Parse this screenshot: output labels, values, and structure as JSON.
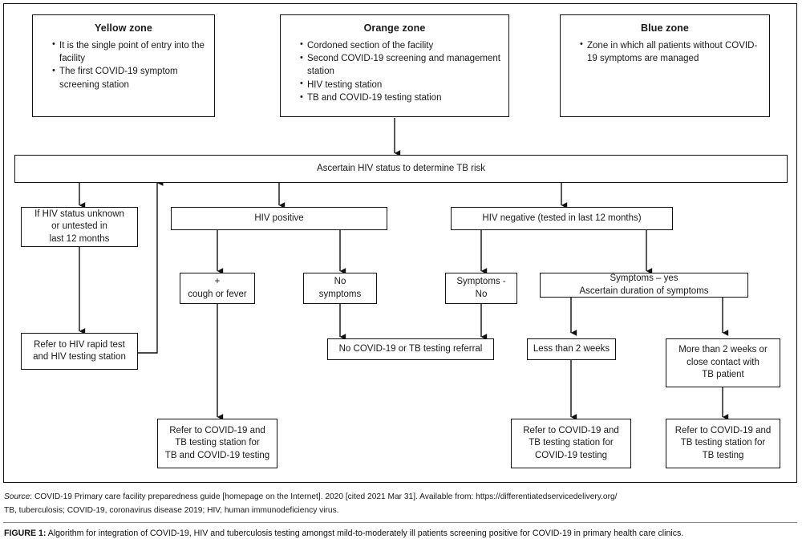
{
  "figure": {
    "zones": [
      {
        "id": "yellow-zone",
        "title": "Yellow zone",
        "items": [
          "It is the single point of entry into the facility",
          "The first COVID-19 symptom screening station"
        ]
      },
      {
        "id": "orange-zone",
        "title": "Orange zone",
        "items": [
          "Cordoned section of the facility",
          "Second COVID-19 screening and management station",
          "HIV testing station",
          "TB and COVID-19 testing station"
        ]
      },
      {
        "id": "blue-zone",
        "title": "Blue zone",
        "items": [
          "Zone in which all patients without COVID-19 symptoms are managed"
        ]
      }
    ],
    "nodes": {
      "ascertain_bar": "Ascertain HIV status to determine TB risk",
      "hiv_unknown": [
        "If HIV status unknown",
        "or untested in",
        "last 12 months"
      ],
      "refer_rapid_test": [
        "Refer to HIV rapid test",
        "and HIV testing station"
      ],
      "hiv_positive": "HIV positive",
      "cough_or_fever": [
        "+",
        "cough or fever"
      ],
      "no_symptoms": [
        "No",
        "symptoms"
      ],
      "hiv_negative": "HIV negative (tested in last 12 months)",
      "symptoms_no": [
        "Symptoms -",
        "No"
      ],
      "symptoms_yes": [
        "Symptoms – yes",
        "Ascertain duration of symptoms"
      ],
      "no_referral": "No COVID-19 or TB testing referral",
      "less_than_2_weeks": "Less than 2 weeks",
      "more_than_2_weeks": [
        "More than 2 weeks or",
        "close contact with",
        "TB patient"
      ],
      "refer_tb_and_covid": [
        "Refer to COVID-19 and",
        "TB testing station for",
        "TB and COVID-19 testing"
      ],
      "refer_covid": [
        "Refer to COVID-19 and",
        "TB testing station for",
        "COVID-19 testing"
      ],
      "refer_tb": [
        "Refer to COVID-19 and",
        "TB testing station for",
        "TB testing"
      ]
    }
  },
  "source": {
    "label": "Source",
    "text": ": COVID-19 Primary care facility preparedness guide [homepage on the Internet]. 2020 [cited 2021 Mar 31]. Available from: https://differentiatedservicedelivery.org/",
    "abbreviations": "TB, tuberculosis; COVID-19, coronavirus disease 2019; HIV,  human immunodeficiency virus."
  },
  "caption": {
    "label": "FIGURE 1:",
    "text": " Algorithm for integration of COVID-19, HIV and tuberculosis testing amongst mild-to-moderately ill patients screening positive for COVID-19 in primary health care clinics."
  },
  "colors": {
    "stroke": "#111111",
    "text": "#1a1a1a",
    "background": "#ffffff"
  }
}
